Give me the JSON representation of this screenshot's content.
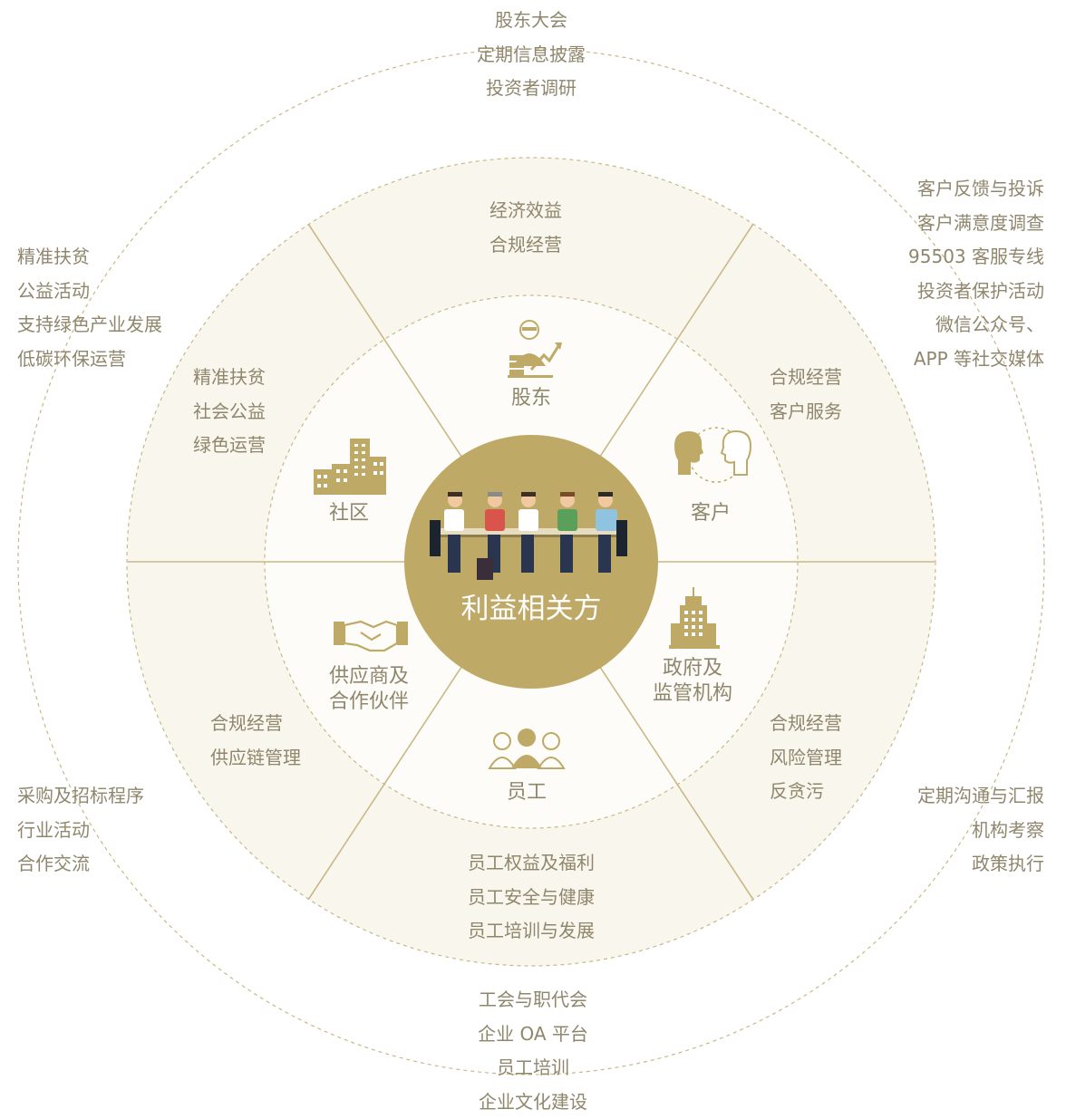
{
  "colors": {
    "gold": "#bfa967",
    "ring_fill": "#f9f6ee",
    "inner_fill": "#fcfbf6",
    "line": "#c9b886",
    "text": "#8f866c"
  },
  "center": {
    "title": "利益相关方"
  },
  "sectors": [
    {
      "id": "shareholders",
      "name_lines": [
        "股东"
      ],
      "middle_ring": [
        "经济效益",
        "合规经营"
      ],
      "outer_ring": [
        "股东大会",
        "定期信息披露",
        "投资者调研"
      ],
      "icon": "investor-growth-icon"
    },
    {
      "id": "customers",
      "name_lines": [
        "客户"
      ],
      "middle_ring": [
        "合规经营",
        "客户服务"
      ],
      "outer_ring": [
        "客户反馈与投诉",
        "客户满意度调查",
        "95503 客服专线",
        "投资者保护活动",
        "微信公众号、",
        "APP 等社交媒体"
      ],
      "icon": "conversation-icon"
    },
    {
      "id": "government",
      "name_lines": [
        "政府及",
        "监管机构"
      ],
      "middle_ring": [
        "合规经营",
        "风险管理",
        "反贪污"
      ],
      "outer_ring": [
        "定期沟通与汇报",
        "机构考察",
        "政策执行"
      ],
      "icon": "government-building-icon"
    },
    {
      "id": "employees",
      "name_lines": [
        "员工"
      ],
      "middle_ring": [
        "员工权益及福利",
        "员工安全与健康",
        "员工培训与发展"
      ],
      "outer_ring": [
        "工会与职代会",
        "企业 OA 平台",
        "员工培训",
        "企业文化建设"
      ],
      "icon": "team-icon"
    },
    {
      "id": "suppliers",
      "name_lines": [
        "供应商及",
        "合作伙伴"
      ],
      "middle_ring": [
        "合规经营",
        "供应链管理"
      ],
      "outer_ring": [
        "采购及招标程序",
        "行业活动",
        "合作交流"
      ],
      "icon": "handshake-icon"
    },
    {
      "id": "community",
      "name_lines": [
        "社区"
      ],
      "middle_ring": [
        "精准扶贫",
        "社会公益",
        "绿色运营"
      ],
      "outer_ring": [
        "精准扶贫",
        "公益活动",
        "支持绿色产业发展",
        "低碳环保运营"
      ],
      "icon": "city-buildings-icon"
    }
  ]
}
